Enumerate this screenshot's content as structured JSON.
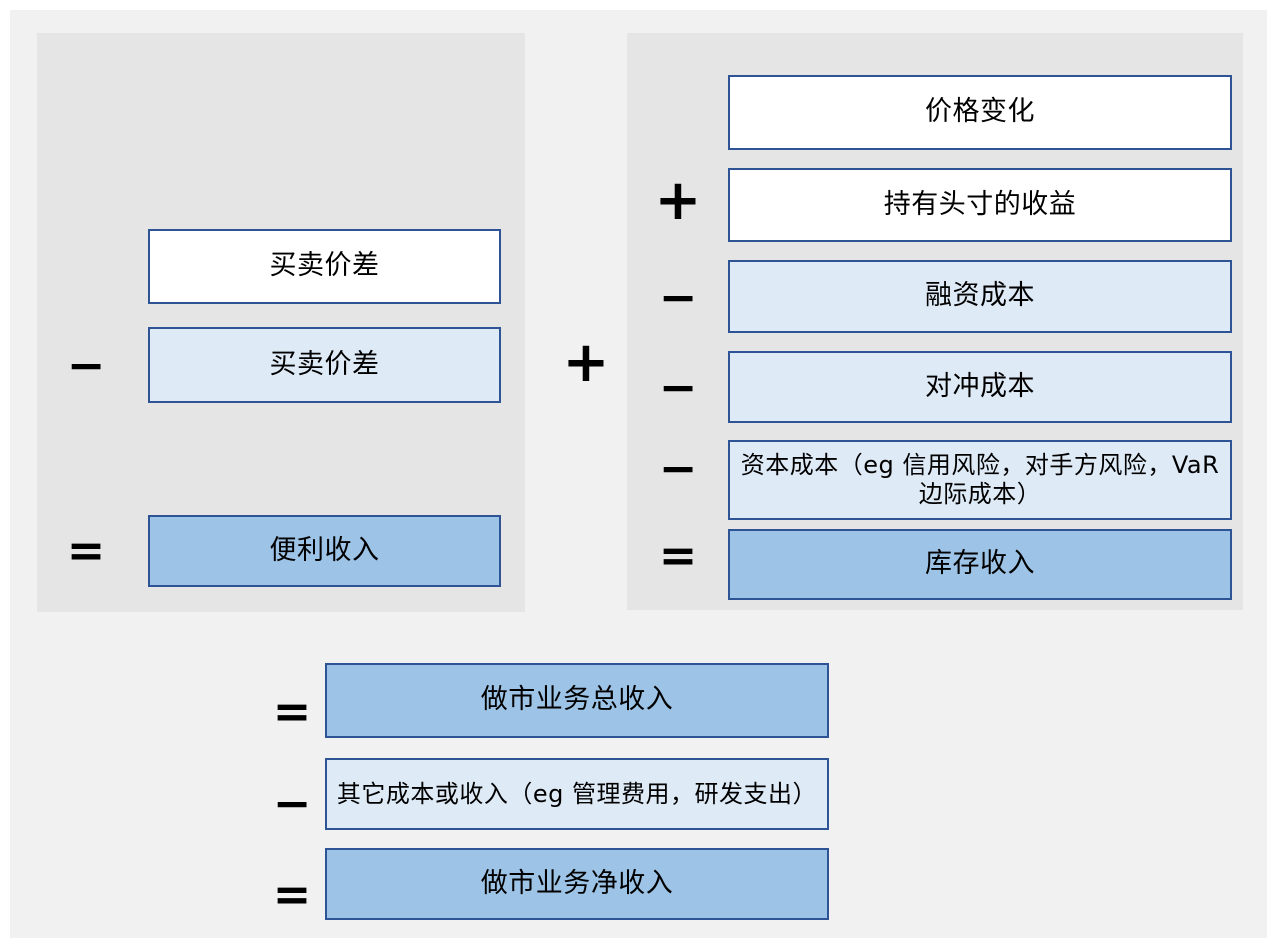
{
  "diagram": {
    "title_present": false,
    "colors": {
      "page_background": "#ffffff",
      "canvas_background": "#f1f1f1",
      "panel_background": "#e5e5e5",
      "box_border": "#2f5496",
      "fill_white": "#ffffff",
      "fill_light_blue": "#deeaf6",
      "fill_medium_blue": "#9dc3e6",
      "text": "#000000"
    },
    "left_panel": {
      "name": "convenience-income-group",
      "rows": [
        {
          "operator": "",
          "label": "买卖价差",
          "fill": "white"
        },
        {
          "operator": "−",
          "label": "买卖价差",
          "fill": "light"
        },
        {
          "operator": "=",
          "label": "便利收入",
          "fill": "medium"
        }
      ]
    },
    "connector_operator": "+",
    "right_panel": {
      "name": "inventory-income-group",
      "rows": [
        {
          "operator": "",
          "label": "价格变化",
          "fill": "white"
        },
        {
          "operator": "+",
          "label": "持有头寸的收益",
          "fill": "white"
        },
        {
          "operator": "−",
          "label": "融资成本",
          "fill": "light"
        },
        {
          "operator": "−",
          "label": "对冲成本",
          "fill": "light"
        },
        {
          "operator": "−",
          "label": "资本成本（eg 信用风险，对手方风险，VaR边际成本）",
          "fill": "light",
          "multiline": true
        },
        {
          "operator": "=",
          "label": "库存收入",
          "fill": "medium"
        }
      ]
    },
    "bottom_panel": {
      "name": "market-making-income-group",
      "rows": [
        {
          "operator": "=",
          "label": "做市业务总收入",
          "fill": "medium"
        },
        {
          "operator": "−",
          "label": "其它成本或收入（eg 管理费用，研发支出）",
          "fill": "light",
          "multiline": true
        },
        {
          "operator": "=",
          "label": "做市业务净收入",
          "fill": "medium"
        }
      ]
    }
  }
}
